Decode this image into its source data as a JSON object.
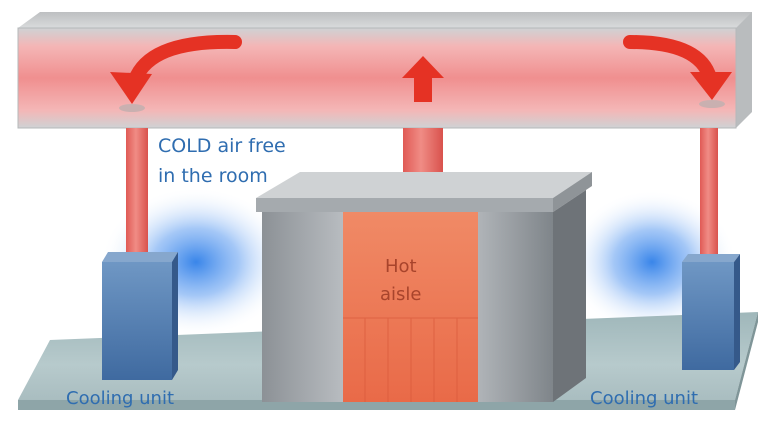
{
  "labels": {
    "cold_air_line1": "COLD air free",
    "cold_air_line2": "in the room",
    "hot_aisle_line1": "Hot",
    "hot_aisle_line2": "aisle",
    "cooling_unit_left": "Cooling unit",
    "cooling_unit_right": "Cooling unit"
  },
  "colors": {
    "cold_text": "#2f6db0",
    "hot_text": "#a8442c",
    "arrow_red": "#e53224",
    "duct_pink": "#f4a0a0",
    "pipe_red": "#e8706a",
    "cold_glow": "#2f7fe8",
    "cabinet_grey": "#9aa0a6",
    "hot_aisle_orange": "#ee7a56",
    "cooling_blue": "#5e87b8"
  }
}
